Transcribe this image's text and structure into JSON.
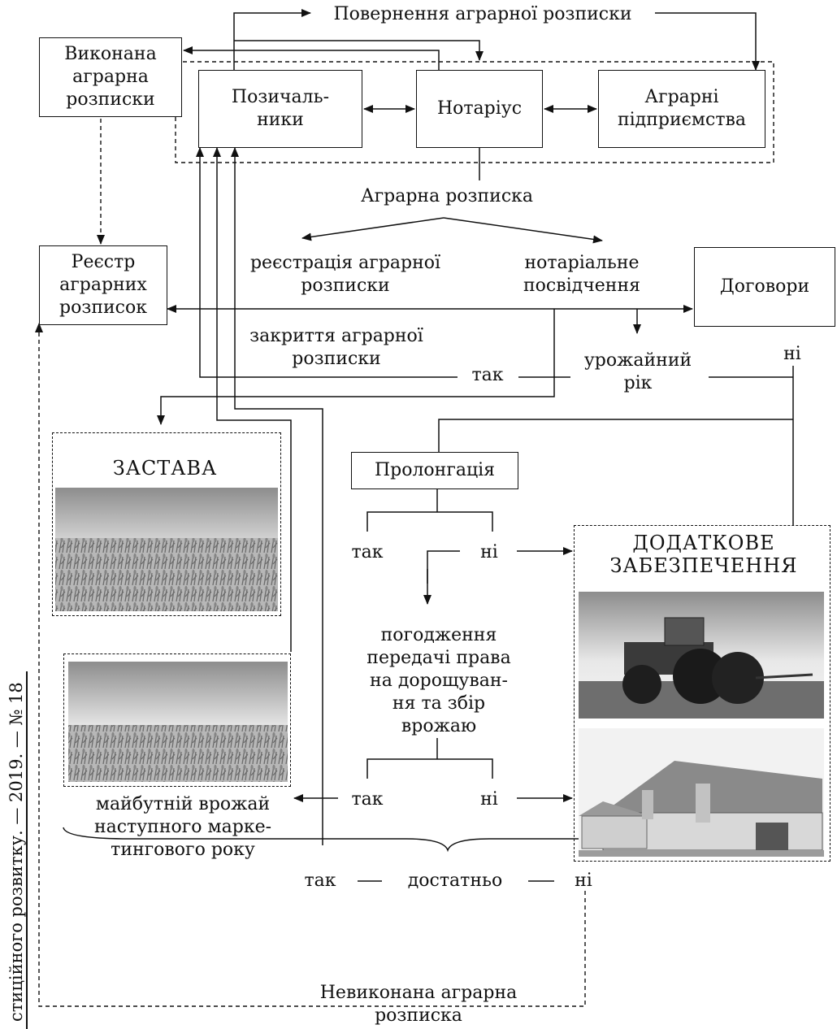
{
  "boxes": {
    "executed": "Виконана аграрна розписки",
    "borrowers": "Позичаль-\nники",
    "notary": "Нотаріус",
    "agro": "Аграрні підприємства",
    "registry": "Реєстр аграрних розписок",
    "contracts": "Договори",
    "prolongation": "Пролонгація"
  },
  "labels": {
    "return": "Повернення аграрної розписки",
    "agrarian_note": "Аграрна розписка",
    "registration": "реєстрація аграрної розписки",
    "notarization": "нотаріальне посвідчення",
    "closing": "закриття аграрної розписки",
    "yes1": "так",
    "harvest_year": "урожайний рік",
    "no1": "ні",
    "yes2": "так",
    "no2": "ні",
    "agreement": "погодження передачі права на дорощуван-ня та збір врожаю",
    "yes3": "так",
    "no3": "ні",
    "future_harvest": "майбутній врожай наступного марке-тингового року",
    "yes4": "так",
    "sufficient": "достатньо",
    "no4": "ні",
    "unexecuted": "Невиконана аграрна розписка"
  },
  "panels": {
    "collateral": "ЗАСТАВА",
    "additional": "ДОДАТКОВЕ ЗАБЕЗПЕЧЕННЯ"
  },
  "side_caption": "стиційного розвитку. — 2019. — № 18"
}
